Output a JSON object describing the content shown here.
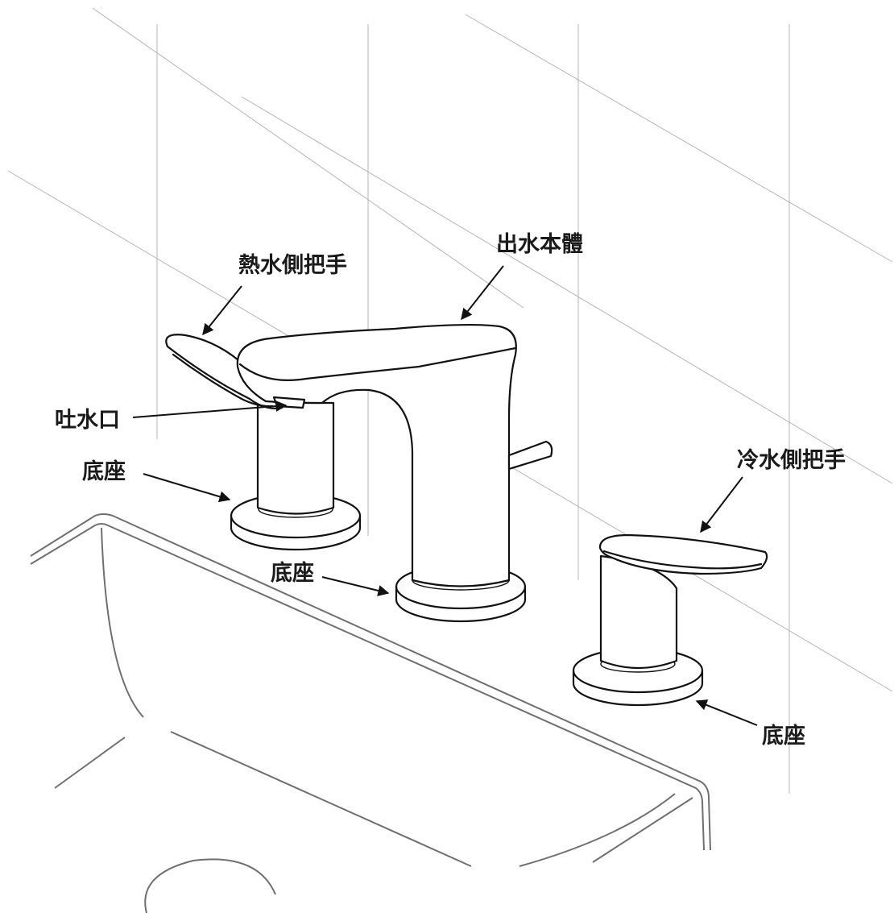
{
  "labels": {
    "hot_handle": "熱水側把手",
    "spout_body": "出水本體",
    "outlet": "吐水口",
    "base_left": "底座",
    "base_center": "底座",
    "cold_handle": "冷水側把手",
    "base_right": "底座"
  }
}
